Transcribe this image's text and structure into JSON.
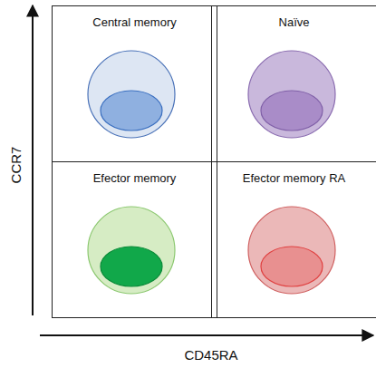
{
  "diagram": {
    "nodes": [
      {
        "text": [
          "Central memory"
        ]
      },
      {
        "text": [
          "Naïve"
        ]
      },
      {
        "text": [
          "Efector memory"
        ]
      },
      {
        "text": [
          "Efector memory RA"
        ]
      }
    ],
    "labels": [
      "CCR7",
      "CD45RA"
    ]
  }
}
